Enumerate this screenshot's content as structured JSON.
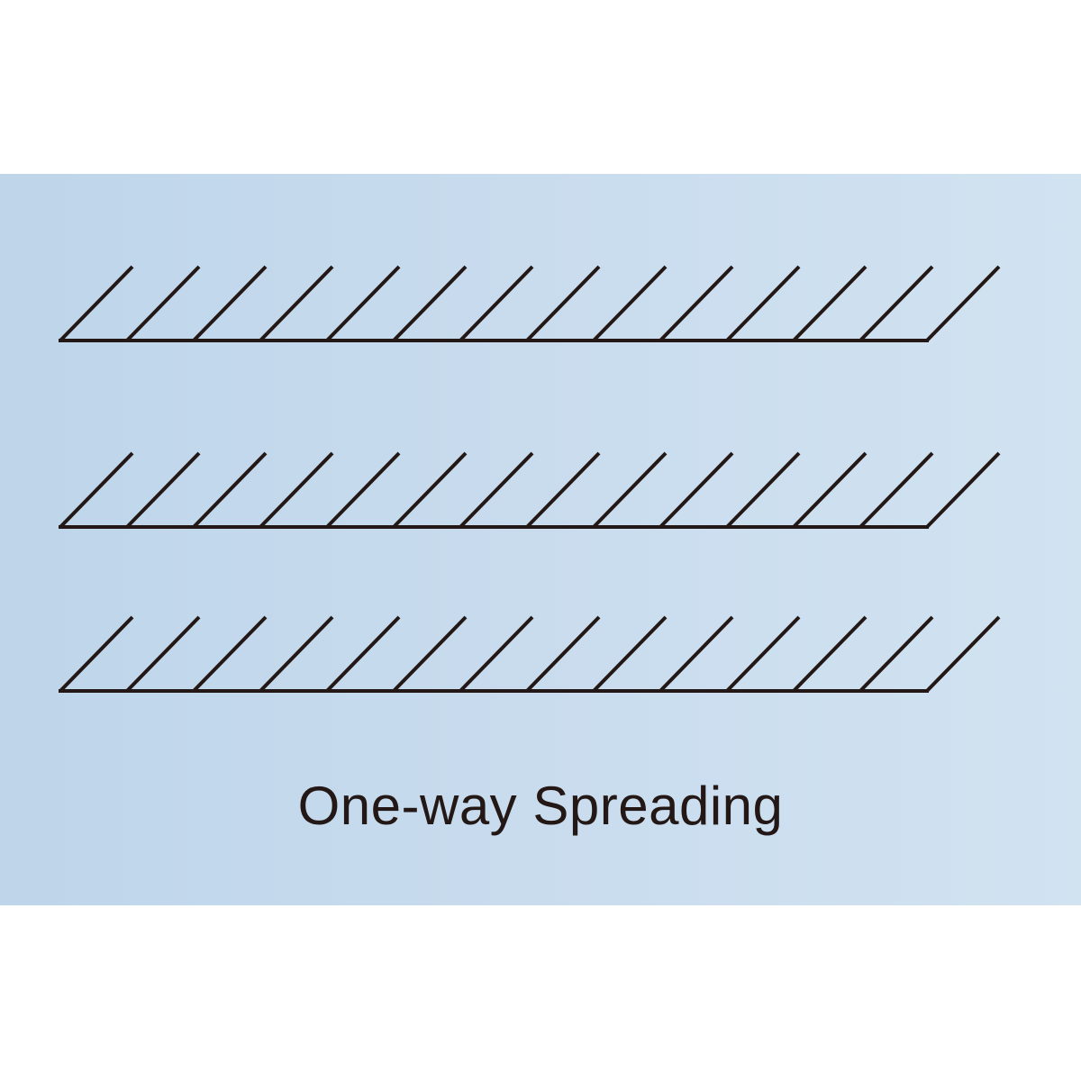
{
  "caption": "One-way Spreading",
  "colors": {
    "stroke": "#231815",
    "panel_left": "#bed5ea",
    "panel_right": "#d1e3f1"
  },
  "rows": 3,
  "hatches_per_row": 14
}
